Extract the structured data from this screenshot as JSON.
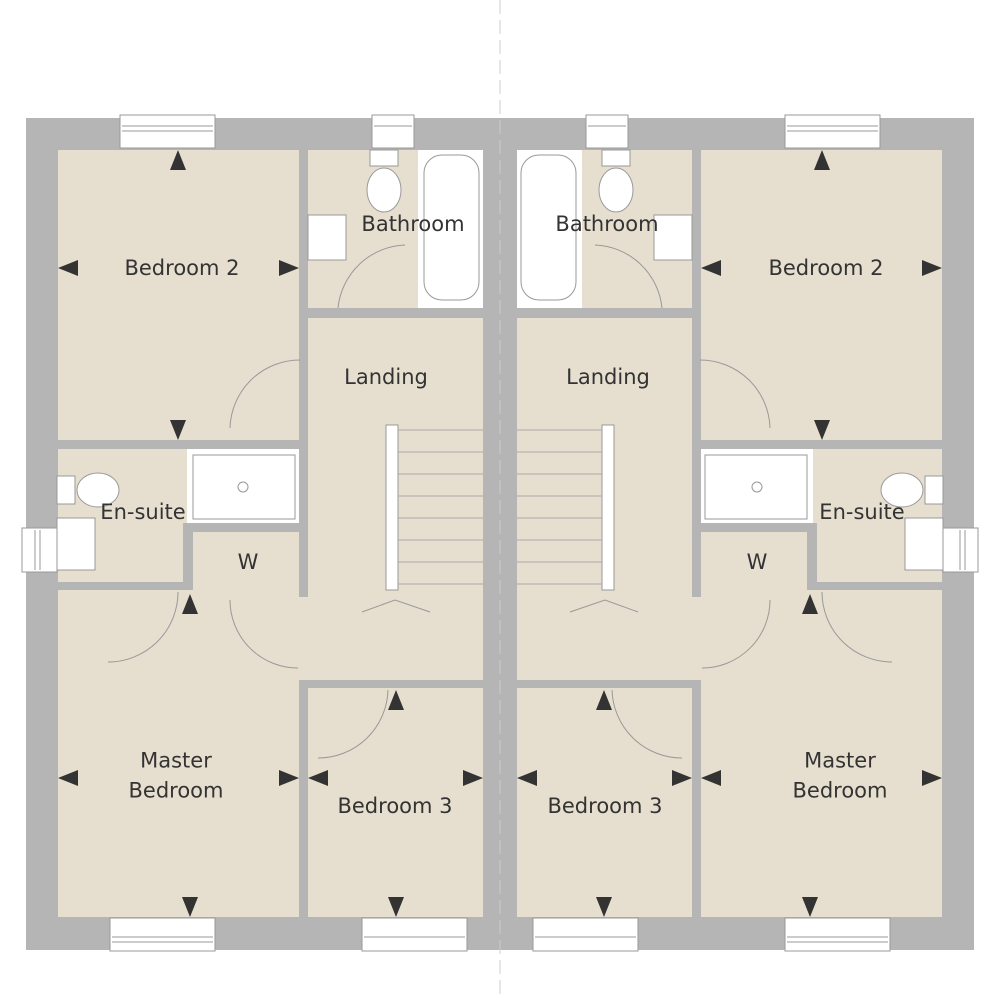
{
  "plan": {
    "colors": {
      "wall": "#b5b5b5",
      "floor": "#e6dfcf",
      "fixture": "#ffffff",
      "arrow": "#333333"
    },
    "left": {
      "bedroom2": "Bedroom 2",
      "bathroom": "Bathroom",
      "landing": "Landing",
      "ensuite": "En-suite",
      "wardrobe": "W",
      "master": "Master\nBedroom",
      "bedroom3": "Bedroom 3"
    },
    "right": {
      "bedroom2": "Bedroom 2",
      "bathroom": "Bathroom",
      "landing": "Landing",
      "ensuite": "En-suite",
      "wardrobe": "W",
      "master": "Master\nBedroom",
      "bedroom3": "Bedroom 3"
    }
  }
}
